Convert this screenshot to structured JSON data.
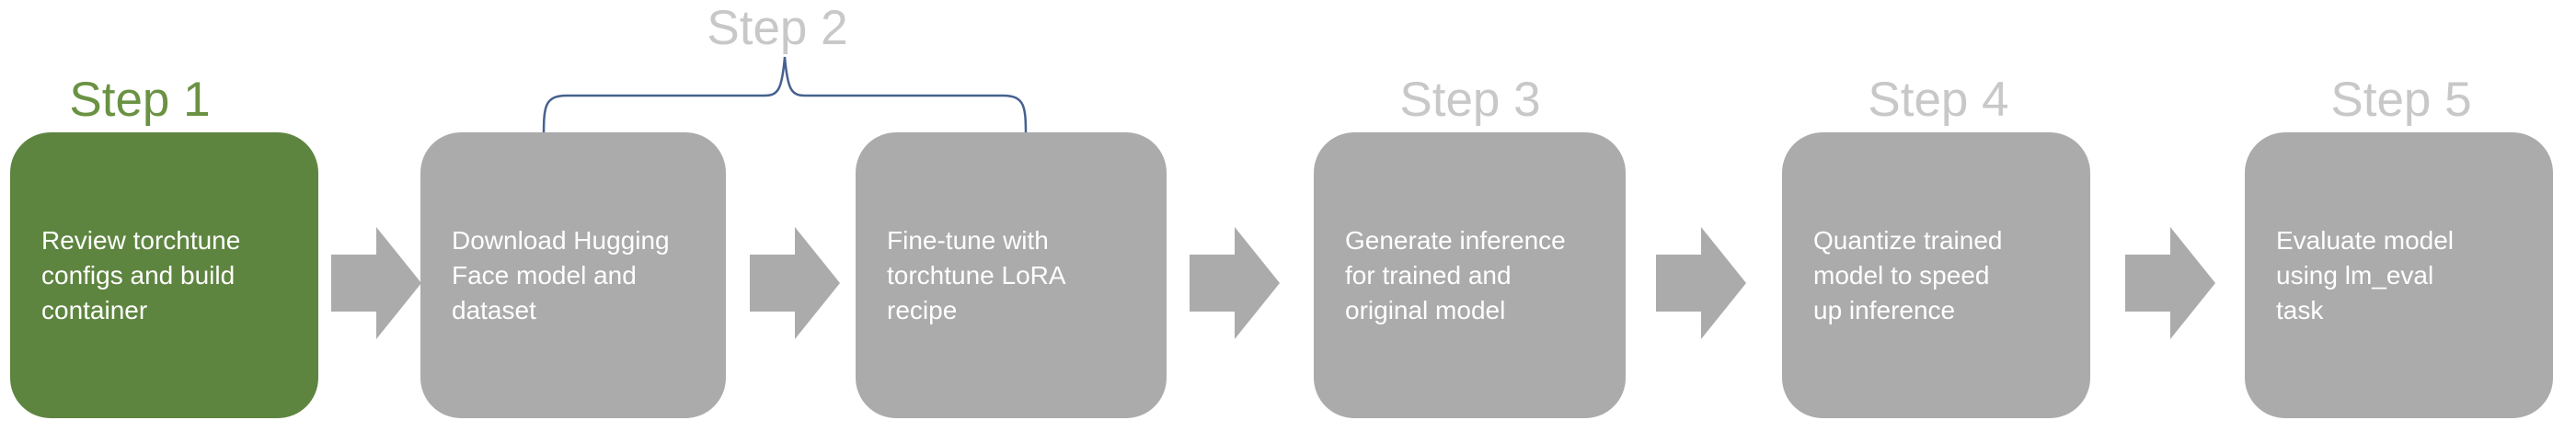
{
  "diagram": {
    "titles": [
      {
        "label": "Step 1"
      },
      {
        "label": "Step 2"
      },
      {
        "label": "Step 3"
      },
      {
        "label": "Step 4"
      },
      {
        "label": "Step 5"
      }
    ],
    "boxes": [
      {
        "lines": [
          "Review torchtune",
          "configs and build",
          "container"
        ]
      },
      {
        "lines": [
          "Download Hugging",
          "Face model and",
          "dataset"
        ]
      },
      {
        "lines": [
          "Fine-tune with",
          "torchtune LoRA",
          "recipe"
        ]
      },
      {
        "lines": [
          "Generate inference",
          "for trained and",
          "original model"
        ]
      },
      {
        "lines": [
          "Quantize trained",
          "model to speed",
          "up inference"
        ]
      },
      {
        "lines": [
          "Evaluate model",
          "using lm_eval",
          "task"
        ]
      }
    ],
    "colors": {
      "active_step_green": "#5e8540",
      "active_title_green": "#6a9243",
      "box_gray": "#ababab",
      "inactive_title_gray": "#c8c8c8",
      "brace_blue": "#46618f",
      "box_text": "#ffffff"
    }
  }
}
